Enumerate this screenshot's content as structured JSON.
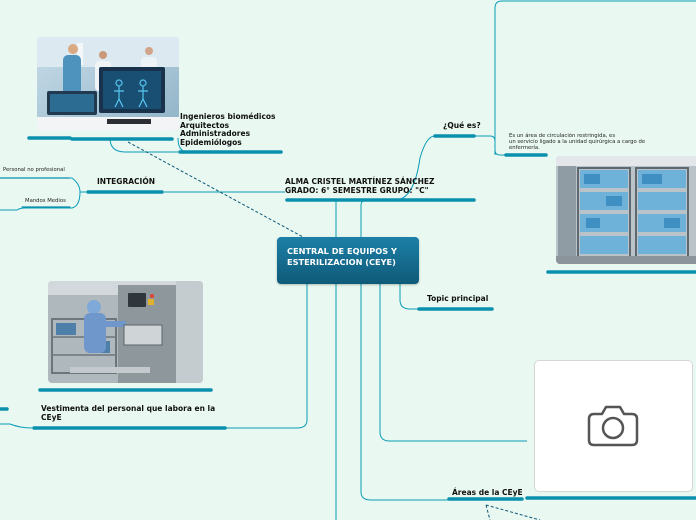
{
  "central": {
    "title": "CENTRAL DE EQUIPOS Y ESTERILIZACION (CEYE)"
  },
  "author": {
    "line1": "ALMA CRISTEL MARTÍNEZ SÁNCHEZ",
    "line2": "GRADO: 6° SEMESTRE GRUPO: \"C\""
  },
  "que_es": {
    "title": "¿Qué es?",
    "desc_line1": "Es un área de circulación restringida,  es",
    "desc_line2": "un servicio ligado a la unidad quirúrgica a cargo de",
    "desc_line3": "enfermería."
  },
  "topic": {
    "title": "Topic principal"
  },
  "areas": {
    "title": "Áreas de la CEyE"
  },
  "integracion": {
    "title": "INTEGRACIÓN",
    "sub1": "Personal no profesional",
    "sub2": "Mandos Medios"
  },
  "personal": {
    "items": [
      "Ingenieros biomédicos",
      "Arquitectos",
      "Administradores",
      "Epidemiólogos"
    ]
  },
  "vestimenta": {
    "line1": "Vestimenta del personal que labora en la",
    "line2": "CEyE"
  },
  "icons": {
    "placeholder": "camera-icon"
  },
  "colors": {
    "background": "#e9f9f1",
    "branch": "#0a8fad",
    "central_top": "#1d80a7",
    "central_bottom": "#0f5a79"
  }
}
